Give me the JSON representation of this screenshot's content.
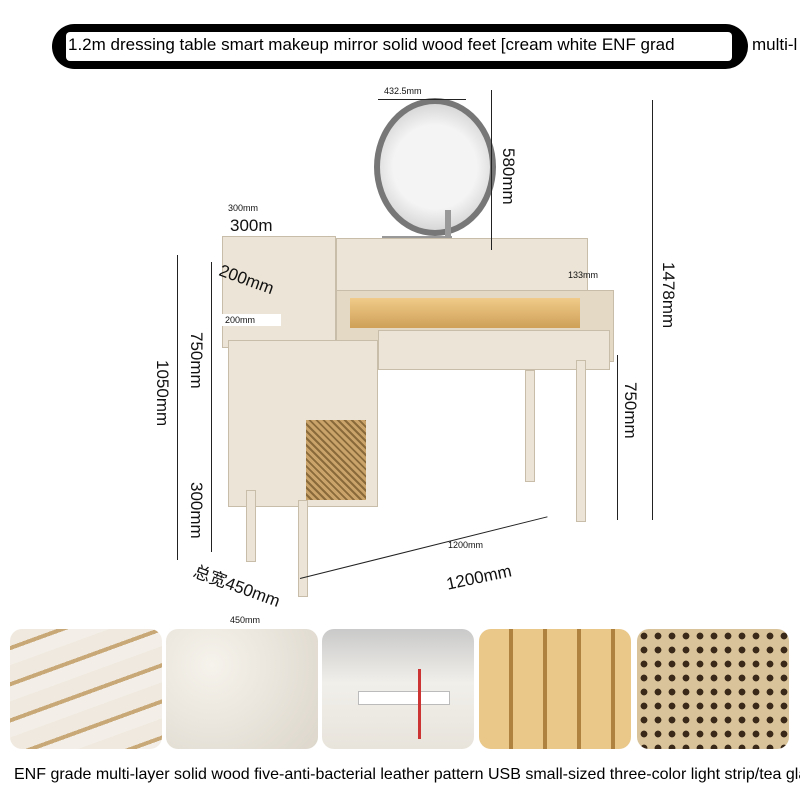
{
  "banner": {
    "title": "1.2m dressing table   smart makeup mirror   solid wood feet [cream white   ENF grad",
    "overflow": "multi-l"
  },
  "dimensions": {
    "mirror_width": "432.5mm",
    "mirror_height": "580mm",
    "top_depth_small": "300mm",
    "top_depth_large": "300m",
    "side_depth_large": "200mm",
    "side_depth_small": "200mm",
    "hutch_height": "133mm",
    "total_height": "1478mm",
    "left_height": "750mm",
    "cabinet_height": "1050mm",
    "desk_height": "750mm",
    "leg_height": "300mm",
    "width_small": "1200mm",
    "width_large": "1200mm",
    "total_depth_large": "总宽450mm",
    "total_depth_small": "450mm"
  },
  "caption": "ENF grade multi-layer solid wood five-anti-bacterial leather pattern USB small-sized three-color light strip/tea gla",
  "thumbnails": [
    "multi-layer-wood",
    "leather-pattern",
    "usb-socket",
    "light-strip-drawer",
    "rattan-weave"
  ]
}
